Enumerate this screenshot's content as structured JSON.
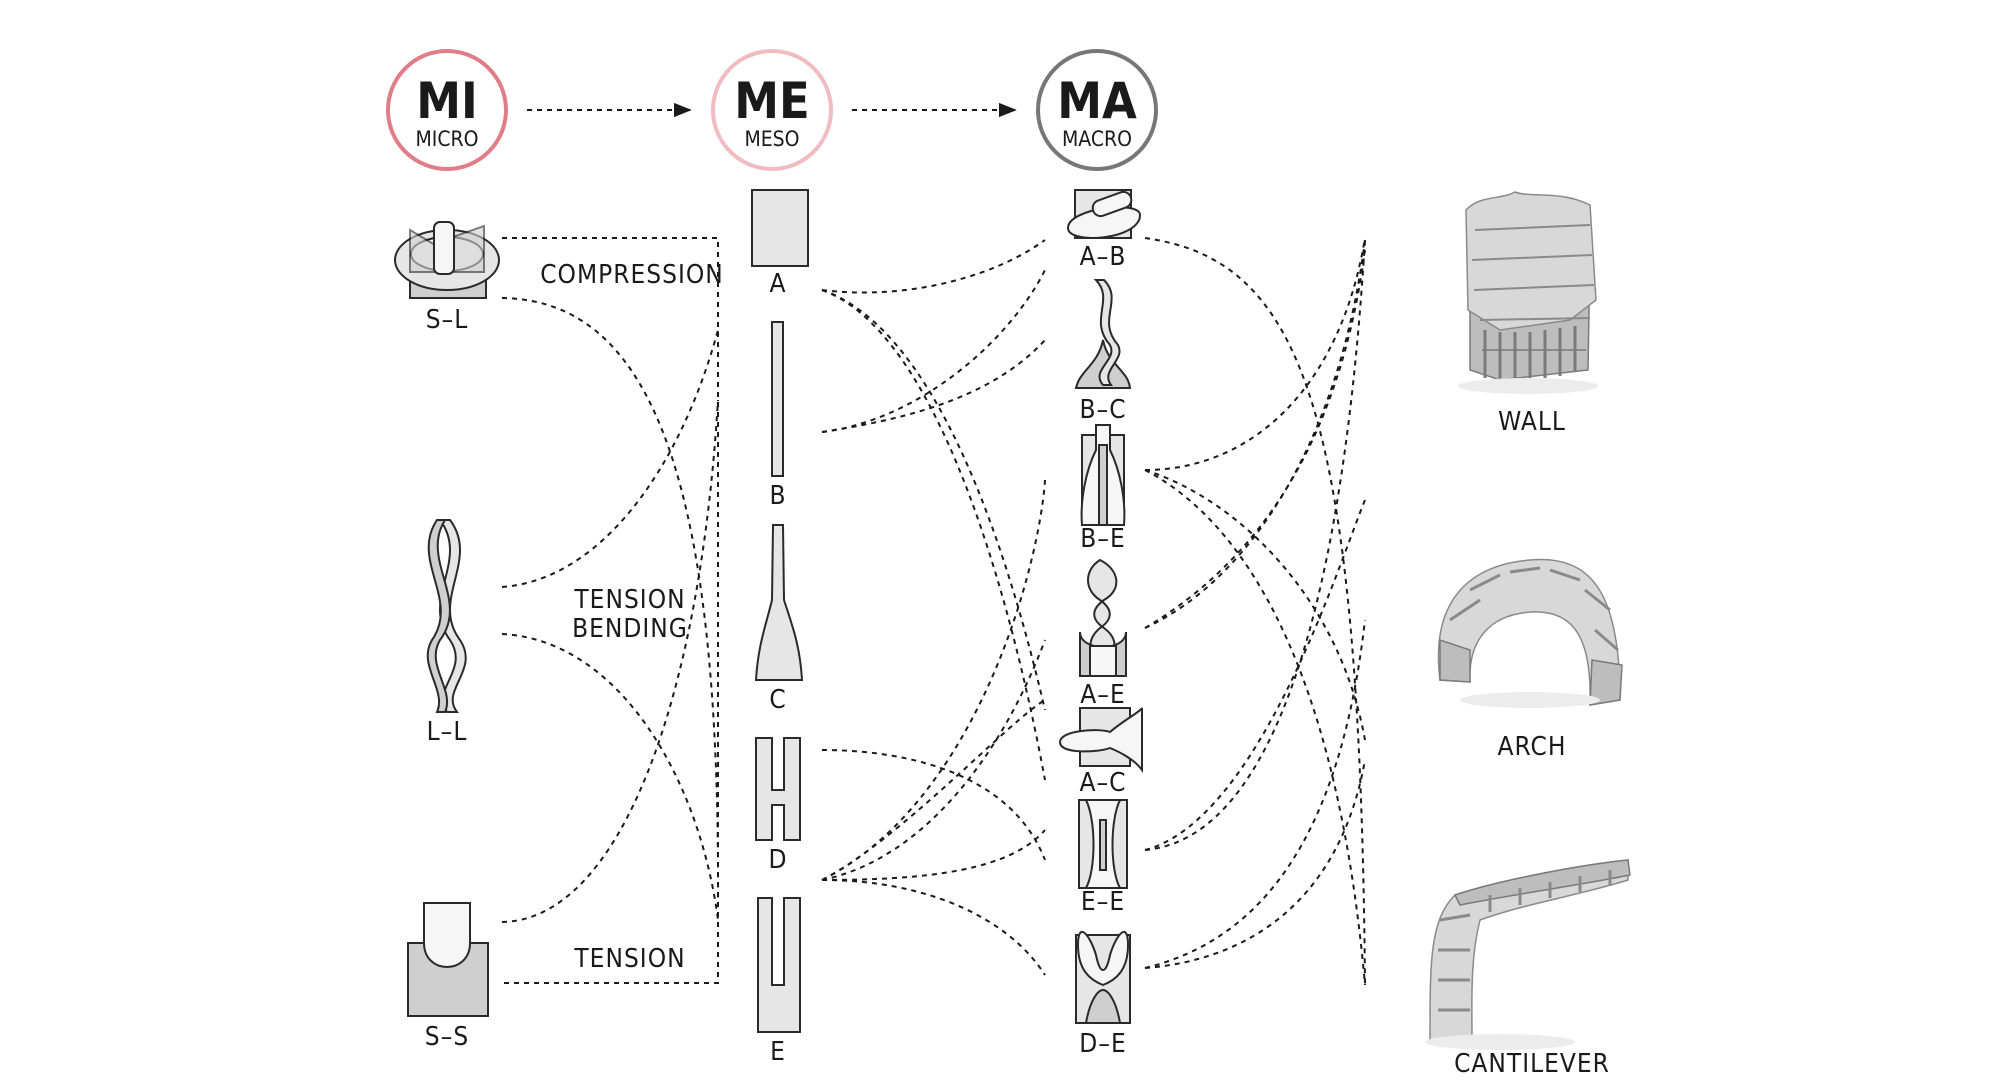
{
  "scales": {
    "micro": {
      "abbr": "MI",
      "name": "MICRO",
      "color": "#e07d86"
    },
    "meso": {
      "abbr": "ME",
      "name": "MESO",
      "color": "#f0bcc2"
    },
    "macro": {
      "abbr": "MA",
      "name": "MACRO",
      "color": "#777777"
    }
  },
  "micro_items": [
    "S–L",
    "L–L",
    "S–S"
  ],
  "forces": {
    "compression": "COMPRESSION",
    "tension_bending_1": "TENSION",
    "tension_bending_2": "BENDING",
    "tension": "TENSION"
  },
  "meso_items": [
    "A",
    "B",
    "C",
    "D",
    "E"
  ],
  "macro_items": [
    "A–B",
    "B–C",
    "B–E",
    "A–E",
    "A–C",
    "E–E",
    "D–E"
  ],
  "structures": [
    "WALL",
    "ARCH",
    "CANTILEVER"
  ]
}
